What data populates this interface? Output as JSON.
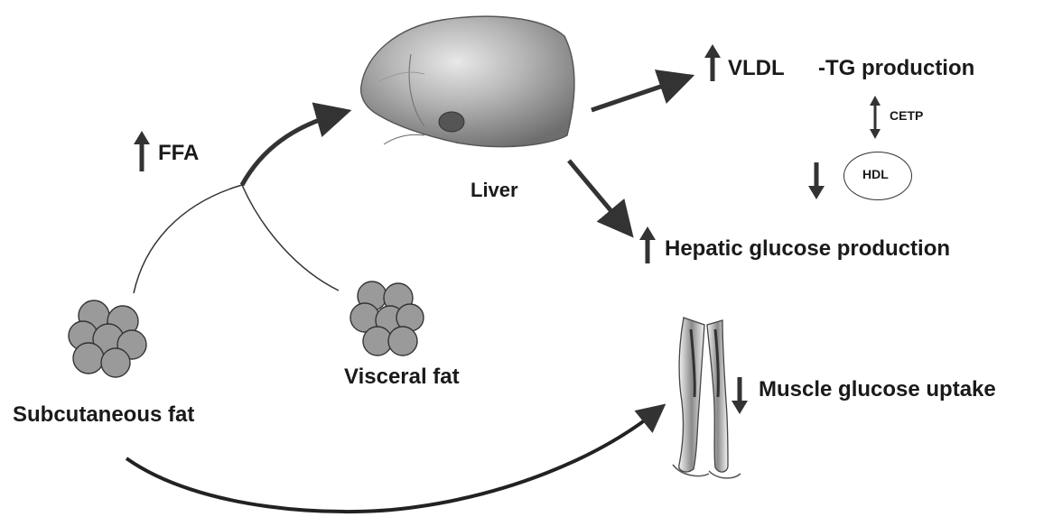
{
  "labels": {
    "ffa": "FFA",
    "liver": "Liver",
    "vldl": "VLDL",
    "tg_production": "-TG production",
    "cetp": "CETP",
    "hdl": "HDL",
    "hepatic_glucose": "Hepatic glucose production",
    "muscle_glucose": "Muscle glucose uptake",
    "subcutaneous_fat": "Subcutaneous fat",
    "visceral_fat": "Visceral fat"
  },
  "indicators": {
    "ffa": "up",
    "vldl": "up",
    "hdl": "down",
    "hepatic_glucose": "up",
    "muscle_glucose": "down",
    "cetp": "bidirectional"
  },
  "colors": {
    "text": "#1a1a1a",
    "arrow": "#333333",
    "fat_cell": "#9a9a9a",
    "liver": "#8f8f8f"
  }
}
